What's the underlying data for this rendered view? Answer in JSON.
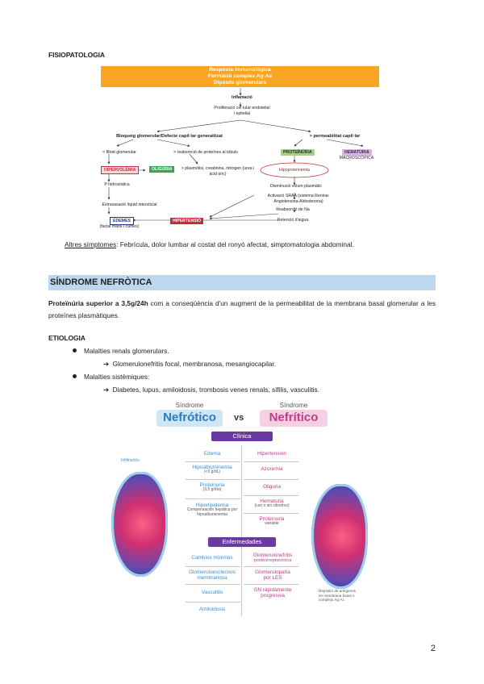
{
  "section1_title": "FISIOPATOLOGIA",
  "flowchart": {
    "header": [
      "Resposta immunològica",
      "Formació complex Ag-Ac",
      "Dipòsits glomerulars"
    ],
    "inflammation": "Inflamació",
    "proliferation": "Proliferació cel·lular endotelial i epitelial",
    "left_branch": "Bloqueig glomerular/Defecte capil·lar generalitzat",
    "right_branch": "> permeabilitat capil·lar",
    "filtration": "< filtrat glomerular",
    "reabsorption": "> reabsorció de proteïnes al túbuls",
    "plasma_vol": "> plasmòlisi, creatinina, nitrogen (urea i àcid úric)",
    "hypervolemia": "HIPERVOLÈMIA",
    "oliguria": "OLIGÚRIA",
    "proteinuria": "PROTEÏNÚRIA",
    "hematuria": "HEMATÚRIA",
    "macroscopic": "MACROSCÒPICA",
    "hypoproteinemia": "Hipoproteïnèmia",
    "pressure": "P hidrostàtica",
    "reduced_volume": "Disminució volum plasmàtic",
    "raas": "Activació SRAA (sistema Renina-Angiotensina-Aldosterona)",
    "fluid": "Extravasació líquid intersticial",
    "sodium": "Reabsorció de Na",
    "water": "Retenció d'aigua",
    "edema": "EDEMES",
    "edema_note": "(facial mans i cames)",
    "hypertension": "HIPERTENSIÓ"
  },
  "other_symptoms": {
    "label": "Altres símptomes",
    "text": ": Febrícula, dolor lumbar al costat del ronyó afectat, simptomatologia abdominal."
  },
  "section2_title": "SÍNDROME NEFRÒTICA",
  "definition": {
    "bold": "Proteïnúria superior a 3,5g/24h",
    "rest": " com a conseqüència d'un augment de la permeabilitat de la membrana basal glomerular a les proteïnes plasmàtiques."
  },
  "etiology": {
    "title": "ETIOLOGIA",
    "items": [
      {
        "label": "Malalties renals glomerulars.",
        "sub": "Glomerulonefritis focal, membranosa, mesangiocapilar."
      },
      {
        "label": "Malalties sistèmiques:",
        "sub": "Diabetes, lupus, amiloidosis, trombosis venes renals, sífilis, vasculitis."
      }
    ]
  },
  "infographic": {
    "left_small": "Síndrome",
    "left_big": "Nefrótico",
    "vs": "vs",
    "right_small": "Síndrome",
    "right_big": "Nefrítico",
    "clinic_label": "Clínica",
    "diseases_label": "Enfermedades",
    "left_annot": "Infiltración",
    "right_annot": "Depósito de antígenos en membrana basal o complejo Ag-Ac",
    "clinic_left": [
      [
        "Edema"
      ],
      [
        "Hipoalbuminemia",
        "(<3 g/dL)"
      ],
      [
        "Proteinuria",
        "(3,5 g/día)"
      ],
      [
        "Hiperlipidemia",
        "Compensación hepática por hipoalbuminemia"
      ]
    ],
    "clinic_right": [
      [
        "Hipertension"
      ],
      [
        "Azoremia"
      ],
      [
        "Oliguria"
      ],
      [
        "Hematuria",
        "(con o sin cilindros)"
      ],
      [
        "Proteinuria",
        "variable"
      ]
    ],
    "disease_left": [
      [
        "Cambios mínimos"
      ],
      [
        "Glomeruloesclerosis",
        "membranosa"
      ],
      [
        "Vasculitis"
      ],
      [
        "Amiloidosis"
      ]
    ],
    "disease_right": [
      [
        "Glomerulonefritis",
        "postestreptocócica"
      ],
      [
        "Glomerulopatía",
        "por LES"
      ],
      [
        "GN rápidamente",
        "progresiva"
      ]
    ]
  },
  "page_number": "2",
  "colors": {
    "orange": "#f7a522",
    "band": "#bdd7ee",
    "purple": "#6a3aa0",
    "blue": "#3a8ed2",
    "pink": "#c43b83"
  }
}
